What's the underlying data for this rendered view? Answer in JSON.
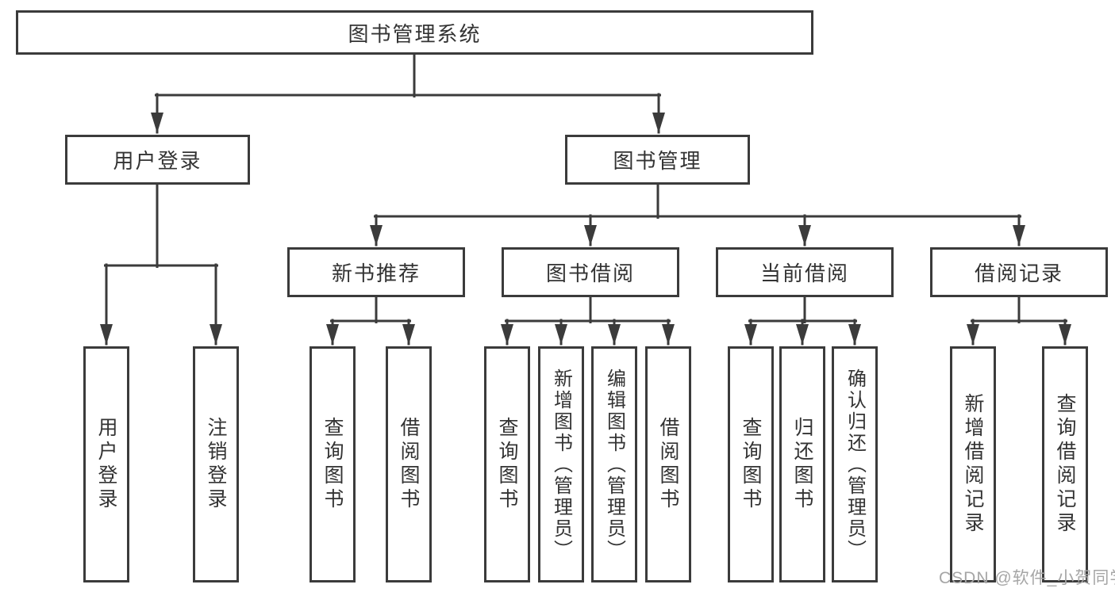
{
  "diagram": {
    "type": "tree-diagram",
    "root": {
      "label": "图书管理系统",
      "children": [
        {
          "label": "用户登录",
          "children": [
            {
              "label": "用户登录"
            },
            {
              "label": "注销登录"
            }
          ]
        },
        {
          "label": "图书管理",
          "children": [
            {
              "label": "新书推荐",
              "children": [
                {
                  "label": "查询图书"
                },
                {
                  "label": "借阅图书"
                }
              ]
            },
            {
              "label": "图书借阅",
              "children": [
                {
                  "label": "查询图书"
                },
                {
                  "label": "新增图书（管理员）"
                },
                {
                  "label": "编辑图书（管理员）"
                },
                {
                  "label": "借阅图书"
                }
              ]
            },
            {
              "label": "当前借阅",
              "children": [
                {
                  "label": "查询图书"
                },
                {
                  "label": "归还图书"
                },
                {
                  "label": "确认归还（管理员）"
                }
              ]
            },
            {
              "label": "借阅记录",
              "children": [
                {
                  "label": "新增借阅记录"
                },
                {
                  "label": "查询借阅记录"
                }
              ]
            }
          ]
        }
      ]
    }
  },
  "watermark": {
    "text": "CSDN @软件_小贺同学"
  },
  "colors": {
    "line": "#3b3b3b",
    "box_border": "#3b3b3b",
    "box_fill": "#ffffff",
    "text": "#333333",
    "watermark": "#a6a6a6",
    "background": "#ffffff"
  }
}
